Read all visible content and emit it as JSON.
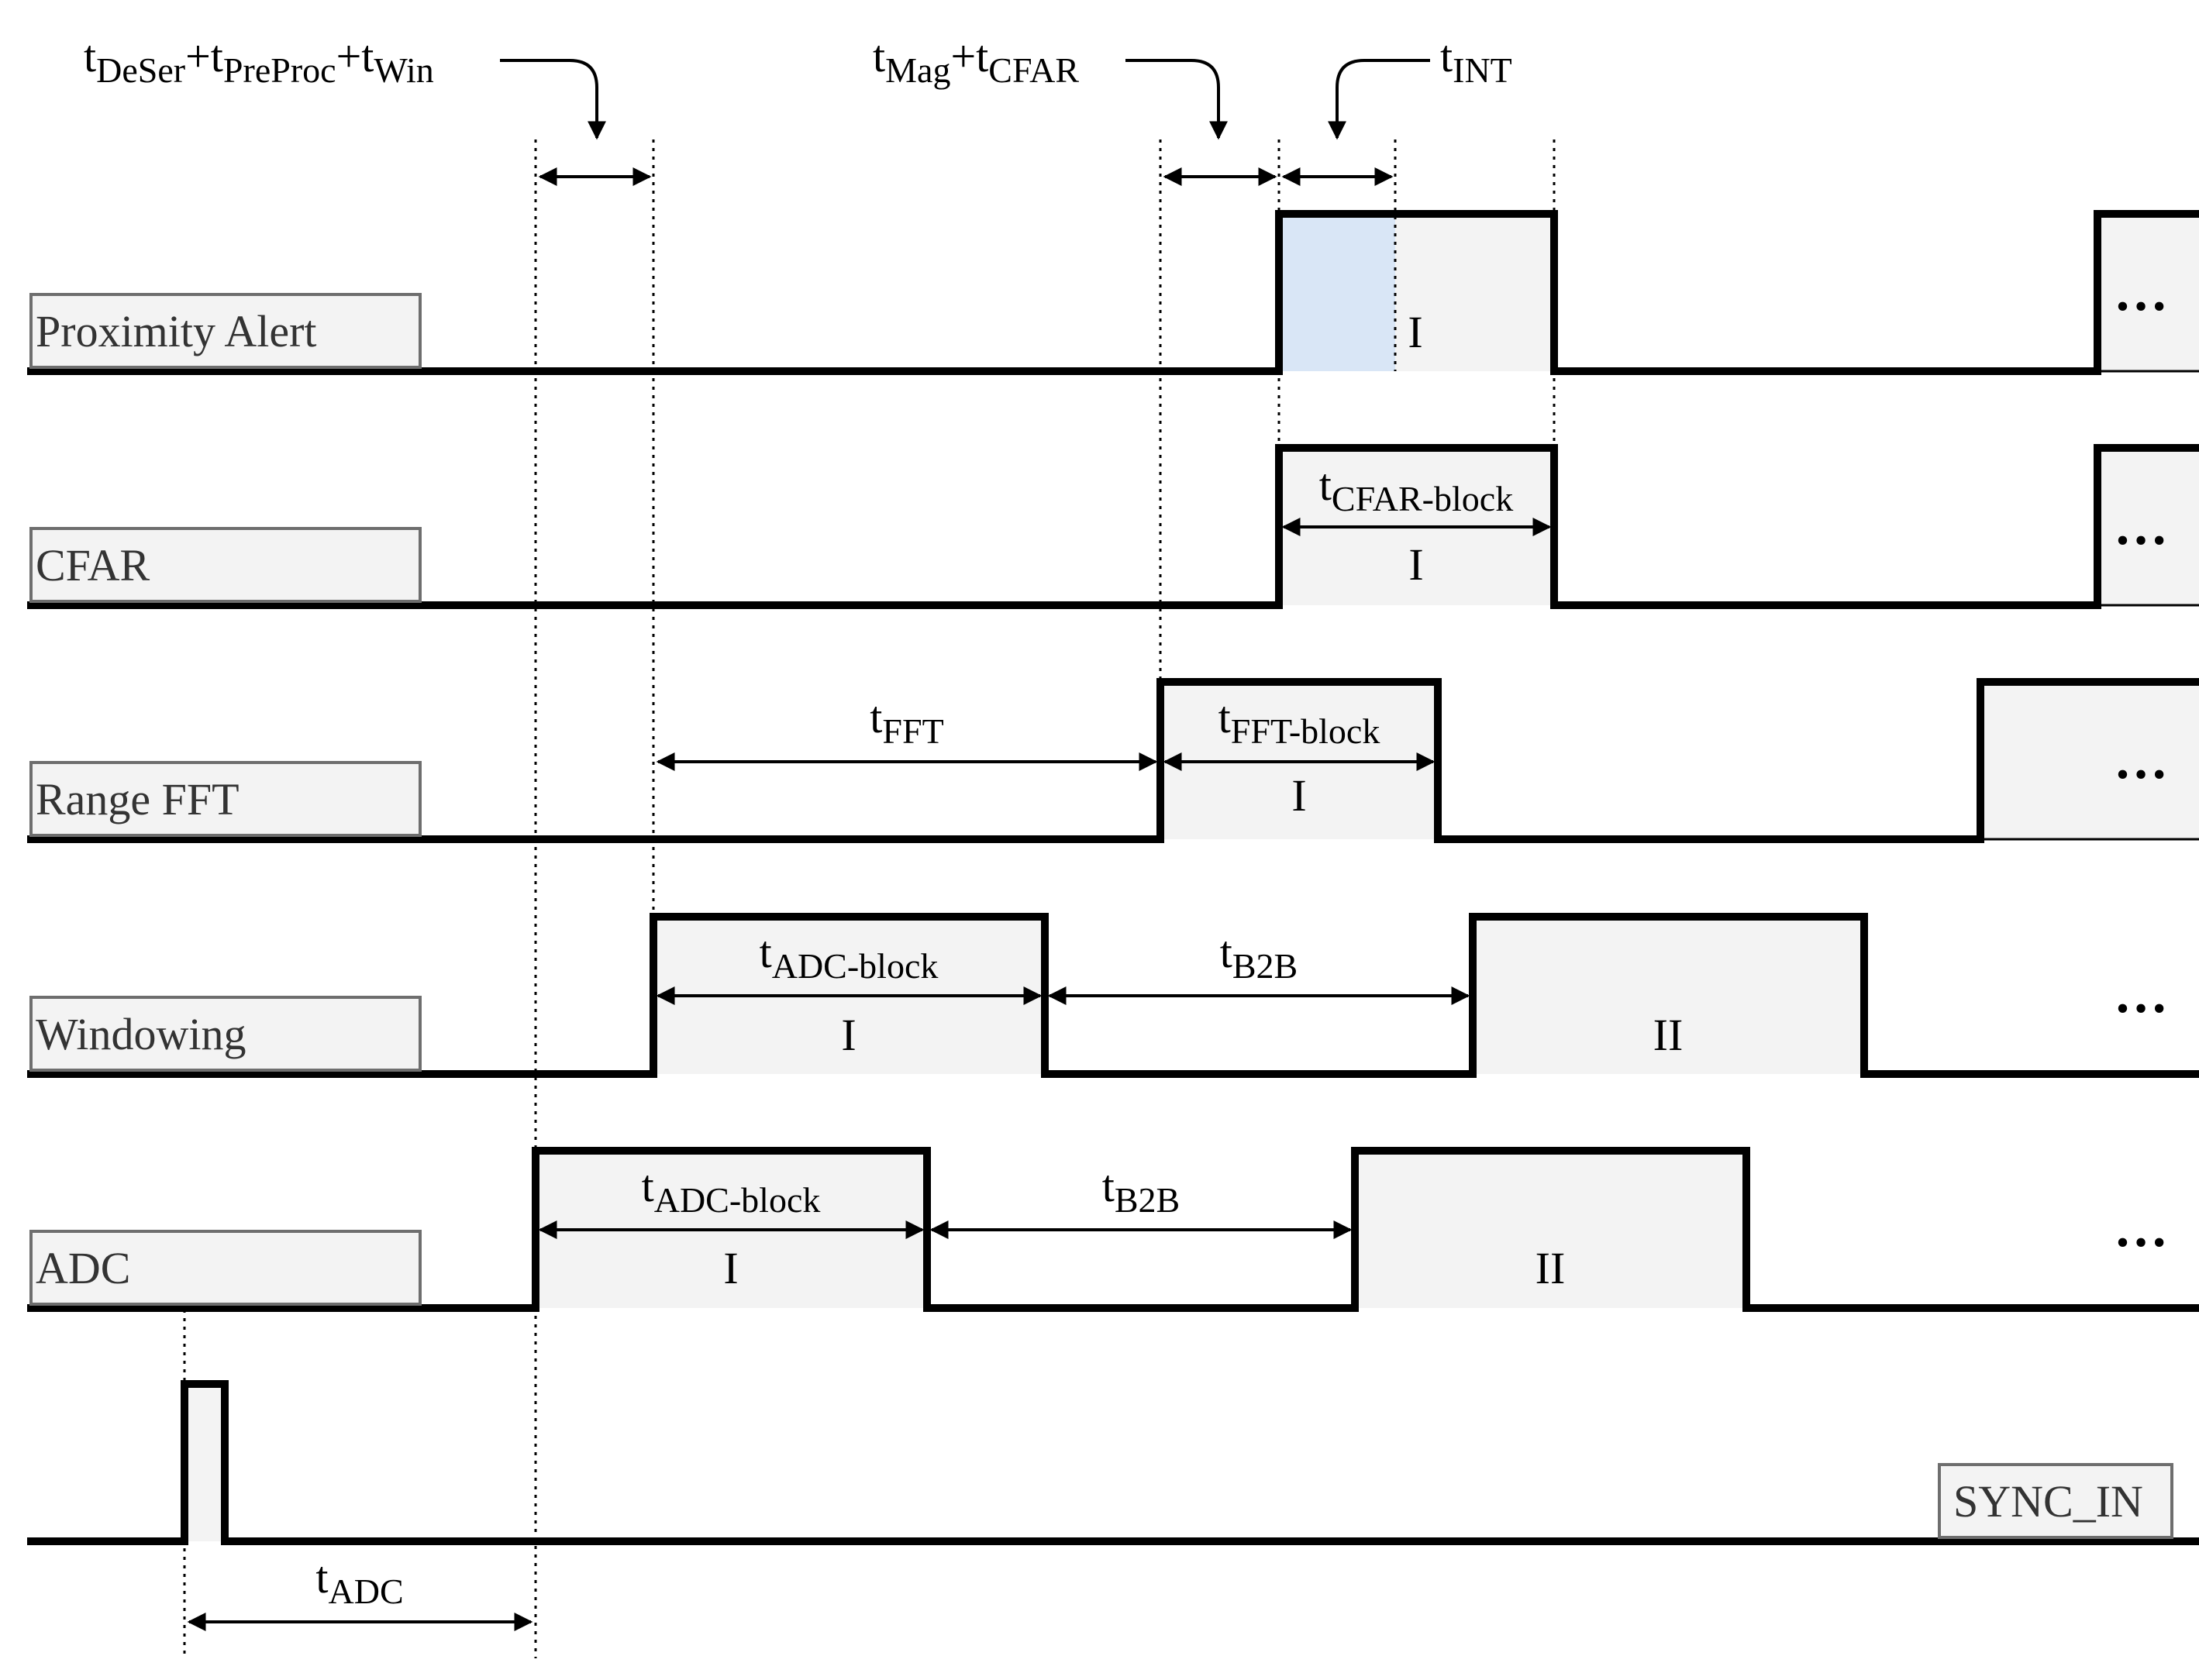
{
  "lanes": {
    "proximity_alert": "Proximity Alert",
    "cfar": "CFAR",
    "range_fft": "Range FFT",
    "windowing": "Windowing",
    "adc": "ADC",
    "sync_in": "SYNC_IN"
  },
  "blocks": {
    "proximity_alert_1": "I",
    "cfar_1": "I",
    "range_fft_1": "I",
    "windowing_1": "I",
    "windowing_2": "II",
    "adc_1": "I",
    "adc_2": "II"
  },
  "ellipsis": "…",
  "timing": {
    "deser": {
      "t": "t",
      "s1": "DeSer",
      "p1": "+t",
      "s2": "PreProc",
      "p2": "+t",
      "s3": "Win"
    },
    "mag_cfar": {
      "t": "t",
      "s1": "Mag",
      "p1": "+t",
      "s2": "CFAR"
    },
    "int": {
      "t": "t",
      "s1": "INT"
    },
    "cfar_block": {
      "t": "t",
      "s1": "CFAR-block"
    },
    "fft": {
      "t": "t",
      "s1": "FFT"
    },
    "fft_block": {
      "t": "t",
      "s1": "FFT-block"
    },
    "win_adc_block": {
      "t": "t",
      "s1": "ADC-block"
    },
    "win_b2b": {
      "t": "t",
      "s1": "B2B"
    },
    "adc_adc_block": {
      "t": "t",
      "s1": "ADC-block"
    },
    "adc_b2b": {
      "t": "t",
      "s1": "B2B"
    },
    "adc": {
      "t": "t",
      "s1": "ADC"
    }
  }
}
